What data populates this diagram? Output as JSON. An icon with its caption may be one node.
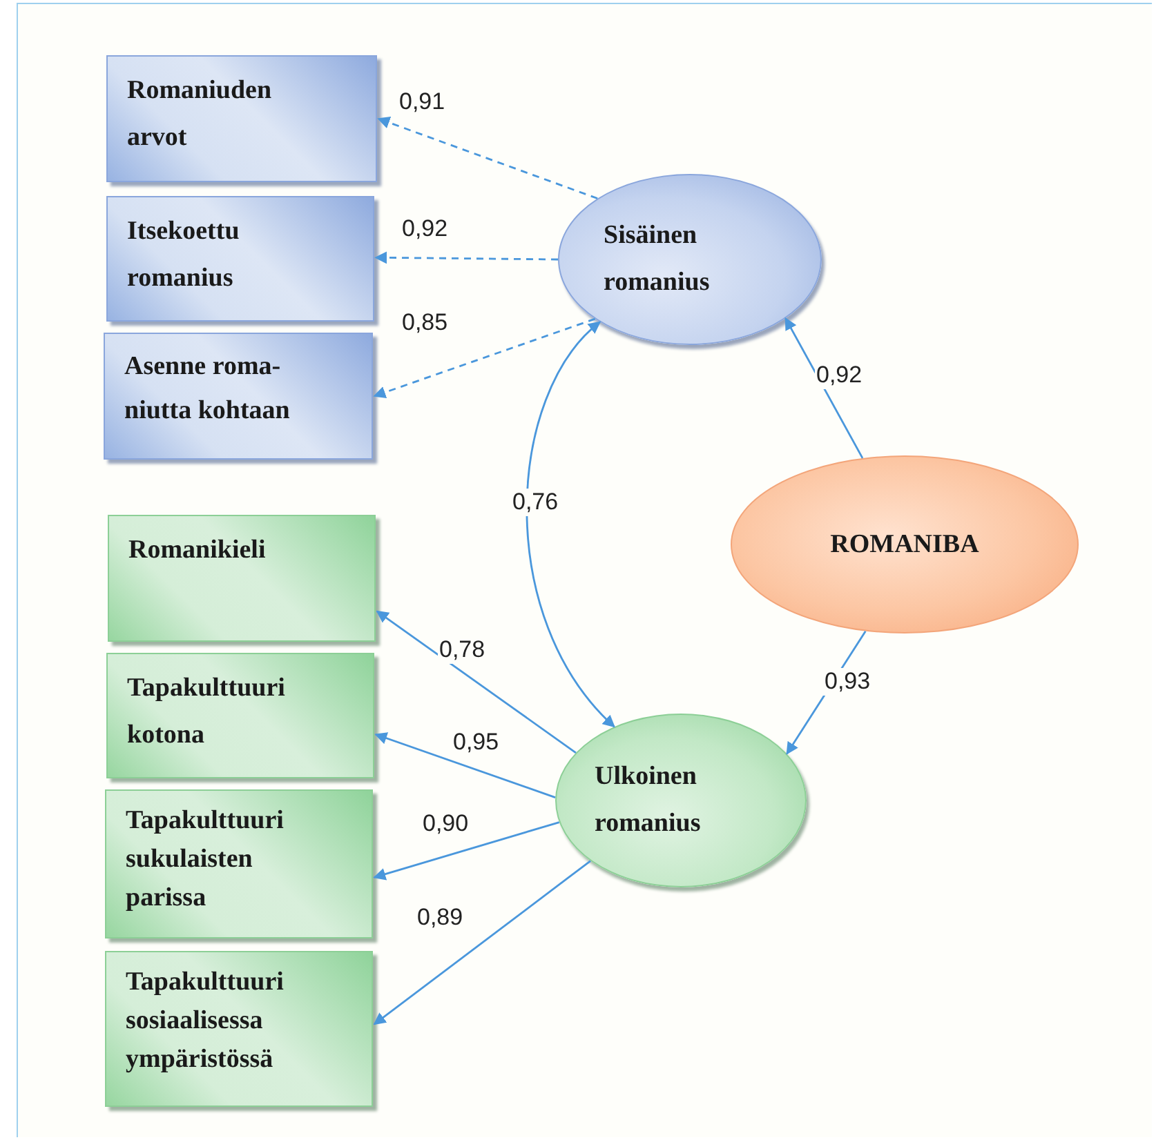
{
  "diagram": {
    "nodes": [
      {
        "text": [
          "Romaniuden arvot"
        ]
      },
      {
        "text": [
          "Itsekoettu romanius"
        ]
      },
      {
        "text": [
          "Asenne roma- niutta kohtaan"
        ]
      },
      {
        "text": [
          "Sisäinen romanius"
        ]
      },
      {
        "text": [
          "ROMANIBA"
        ]
      },
      {
        "text": [
          "Romanikieli"
        ]
      },
      {
        "text": [
          "Tapakulttuuri kotona"
        ]
      },
      {
        "text": [
          "Tapakulttuuri sukulaisten parissa"
        ]
      },
      {
        "text": [
          "Tapakulttuuri sosiaalisessa ympäristössä"
        ]
      },
      {
        "text": [
          "Ulkoinen romanius"
        ]
      }
    ],
    "edges": [
      {
        "from": 3,
        "to": 0,
        "arrow": "to",
        "label": "0,91",
        "style": "dashed"
      },
      {
        "from": 3,
        "to": 1,
        "arrow": "to",
        "label": "0,92",
        "style": "dashed"
      },
      {
        "from": 3,
        "to": 2,
        "arrow": "to",
        "label": "0,85",
        "style": "dashed"
      },
      {
        "from": 4,
        "to": 3,
        "arrow": "to",
        "label": "0,92"
      },
      {
        "from": 3,
        "to": 9,
        "arrow": "both",
        "label": "0,76"
      },
      {
        "from": 4,
        "to": 9,
        "arrow": "to",
        "label": "0,93"
      },
      {
        "from": 9,
        "to": 5,
        "arrow": "to",
        "label": "0,78"
      },
      {
        "from": 9,
        "to": 6,
        "arrow": "to",
        "label": "0,95"
      },
      {
        "from": 9,
        "to": 7,
        "arrow": "to",
        "label": "0,90"
      },
      {
        "from": 9,
        "to": 8,
        "arrow": "to",
        "label": "0,89"
      }
    ]
  }
}
